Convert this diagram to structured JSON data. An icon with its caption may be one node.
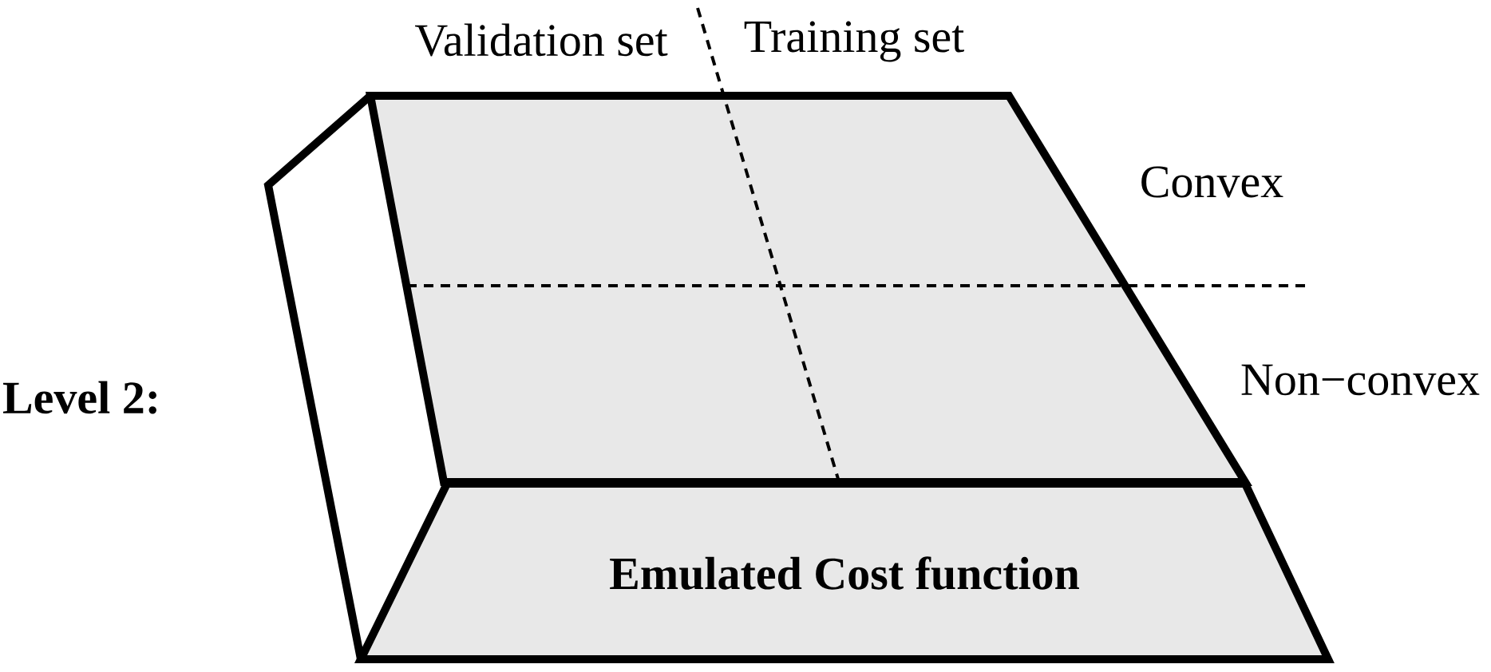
{
  "diagram": {
    "nodes": [
      {
        "text": [],
        "shape": "parallelogram"
      },
      {
        "text": [
          "Emulated Cost function"
        ]
      }
    ],
    "labels": [
      "Validation set",
      "Training set",
      "Convex",
      "Non−convex",
      "Level 2:"
    ]
  }
}
